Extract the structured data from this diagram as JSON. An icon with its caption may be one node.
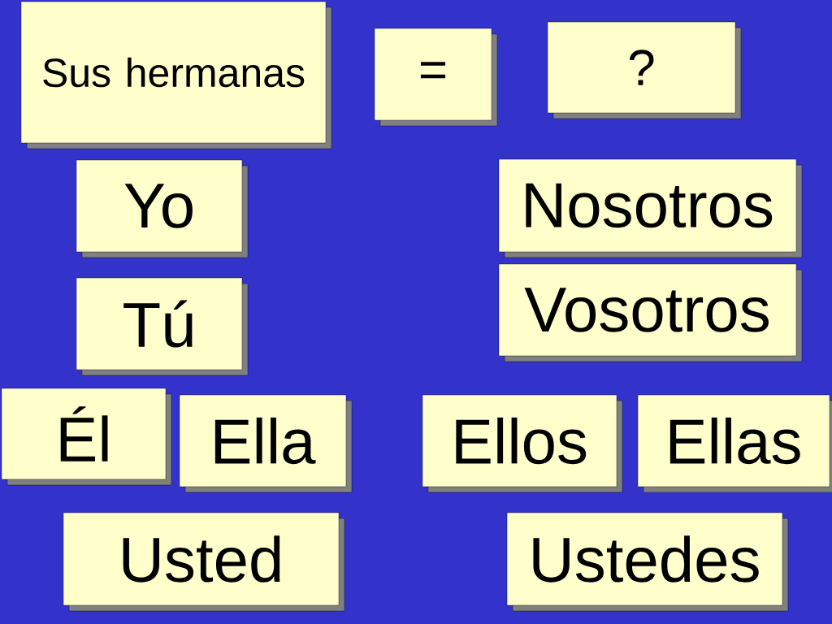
{
  "diagram": {
    "nodes": [
      {
        "text": [
          "Sus hermanas"
        ]
      },
      {
        "text": [
          "="
        ]
      },
      {
        "text": [
          "?"
        ]
      },
      {
        "text": [
          "Yo"
        ]
      },
      {
        "text": [
          "Nosotros"
        ]
      },
      {
        "text": [
          "Tú"
        ]
      },
      {
        "text": [
          "Vosotros"
        ]
      },
      {
        "text": [
          "Él"
        ]
      },
      {
        "text": [
          "Ella"
        ]
      },
      {
        "text": [
          "Ellos"
        ]
      },
      {
        "text": [
          "Ellas"
        ]
      },
      {
        "text": [
          "Usted"
        ]
      },
      {
        "text": [
          "Ustedes"
        ]
      }
    ]
  }
}
